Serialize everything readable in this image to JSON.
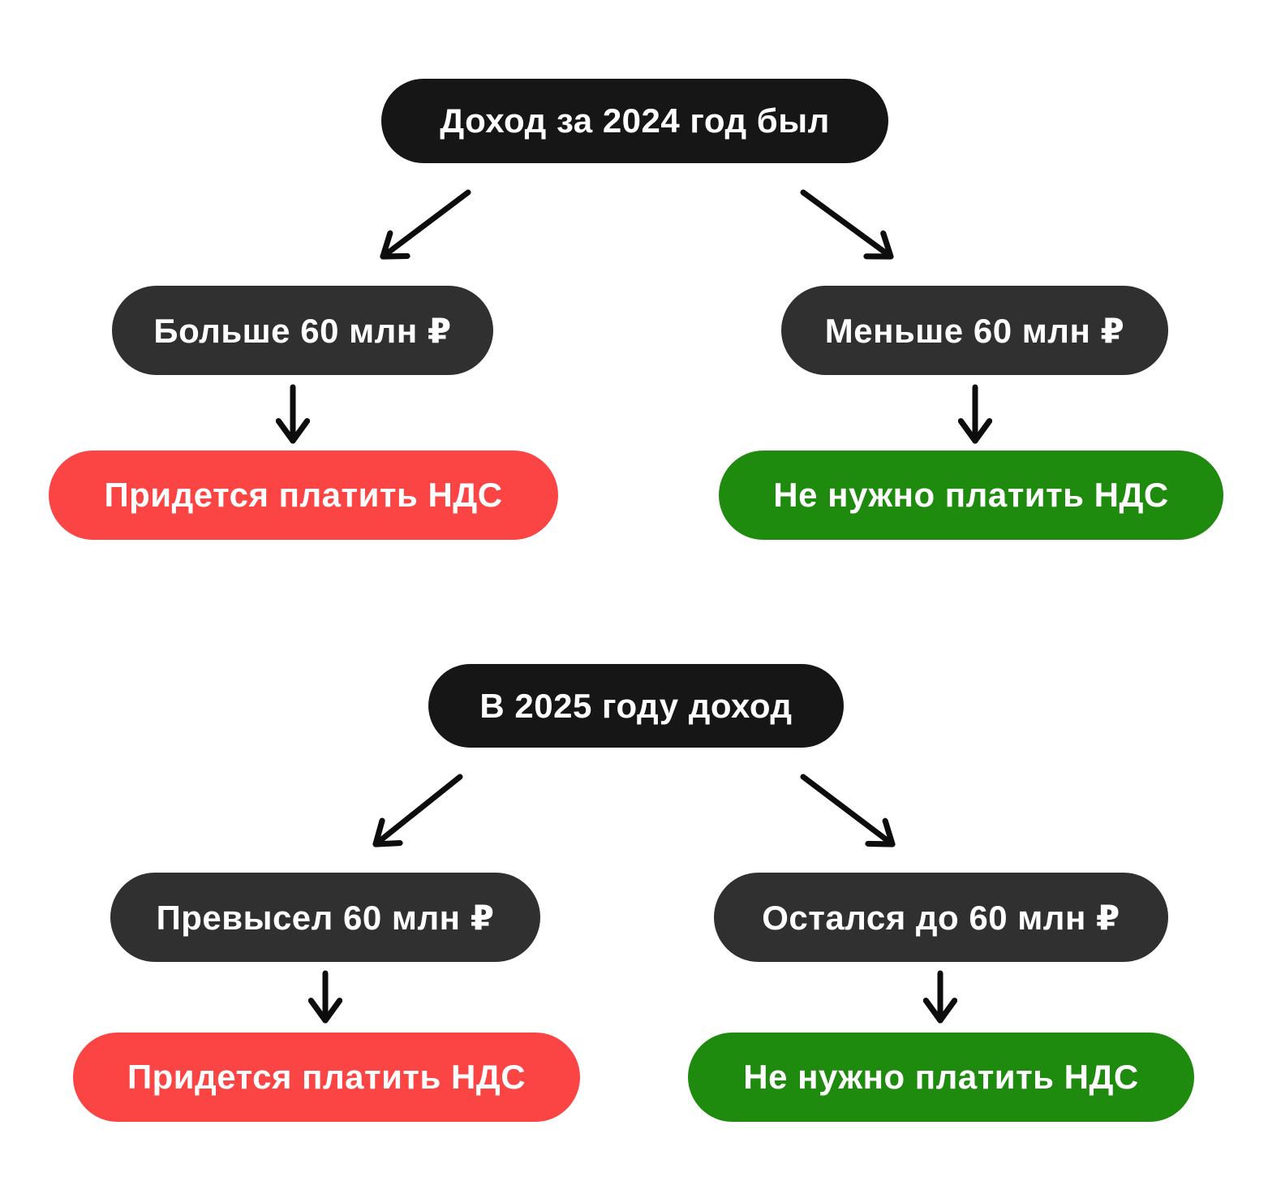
{
  "colors": {
    "root_bg": "#161616",
    "condition_bg": "#303030",
    "negative_bg": "#fb4545",
    "positive_bg": "#1e8b0e",
    "text": "#ffffff",
    "arrow": "#0d0d0d",
    "background": "#ffffff"
  },
  "diagram": {
    "tree_2024": {
      "root": "Доход за 2024 год был",
      "left_condition": "Больше 60 млн ₽",
      "right_condition": "Меньше 60 млн ₽",
      "left_outcome": "Придется платить НДС",
      "right_outcome": "Не нужно платить НДС"
    },
    "tree_2025": {
      "root": "В 2025 году доход",
      "left_condition": "Превысел 60 млн ₽",
      "right_condition": "Остался до 60 млн ₽",
      "left_outcome": "Придется платить НДС",
      "right_outcome": "Не нужно платить НДС"
    }
  }
}
